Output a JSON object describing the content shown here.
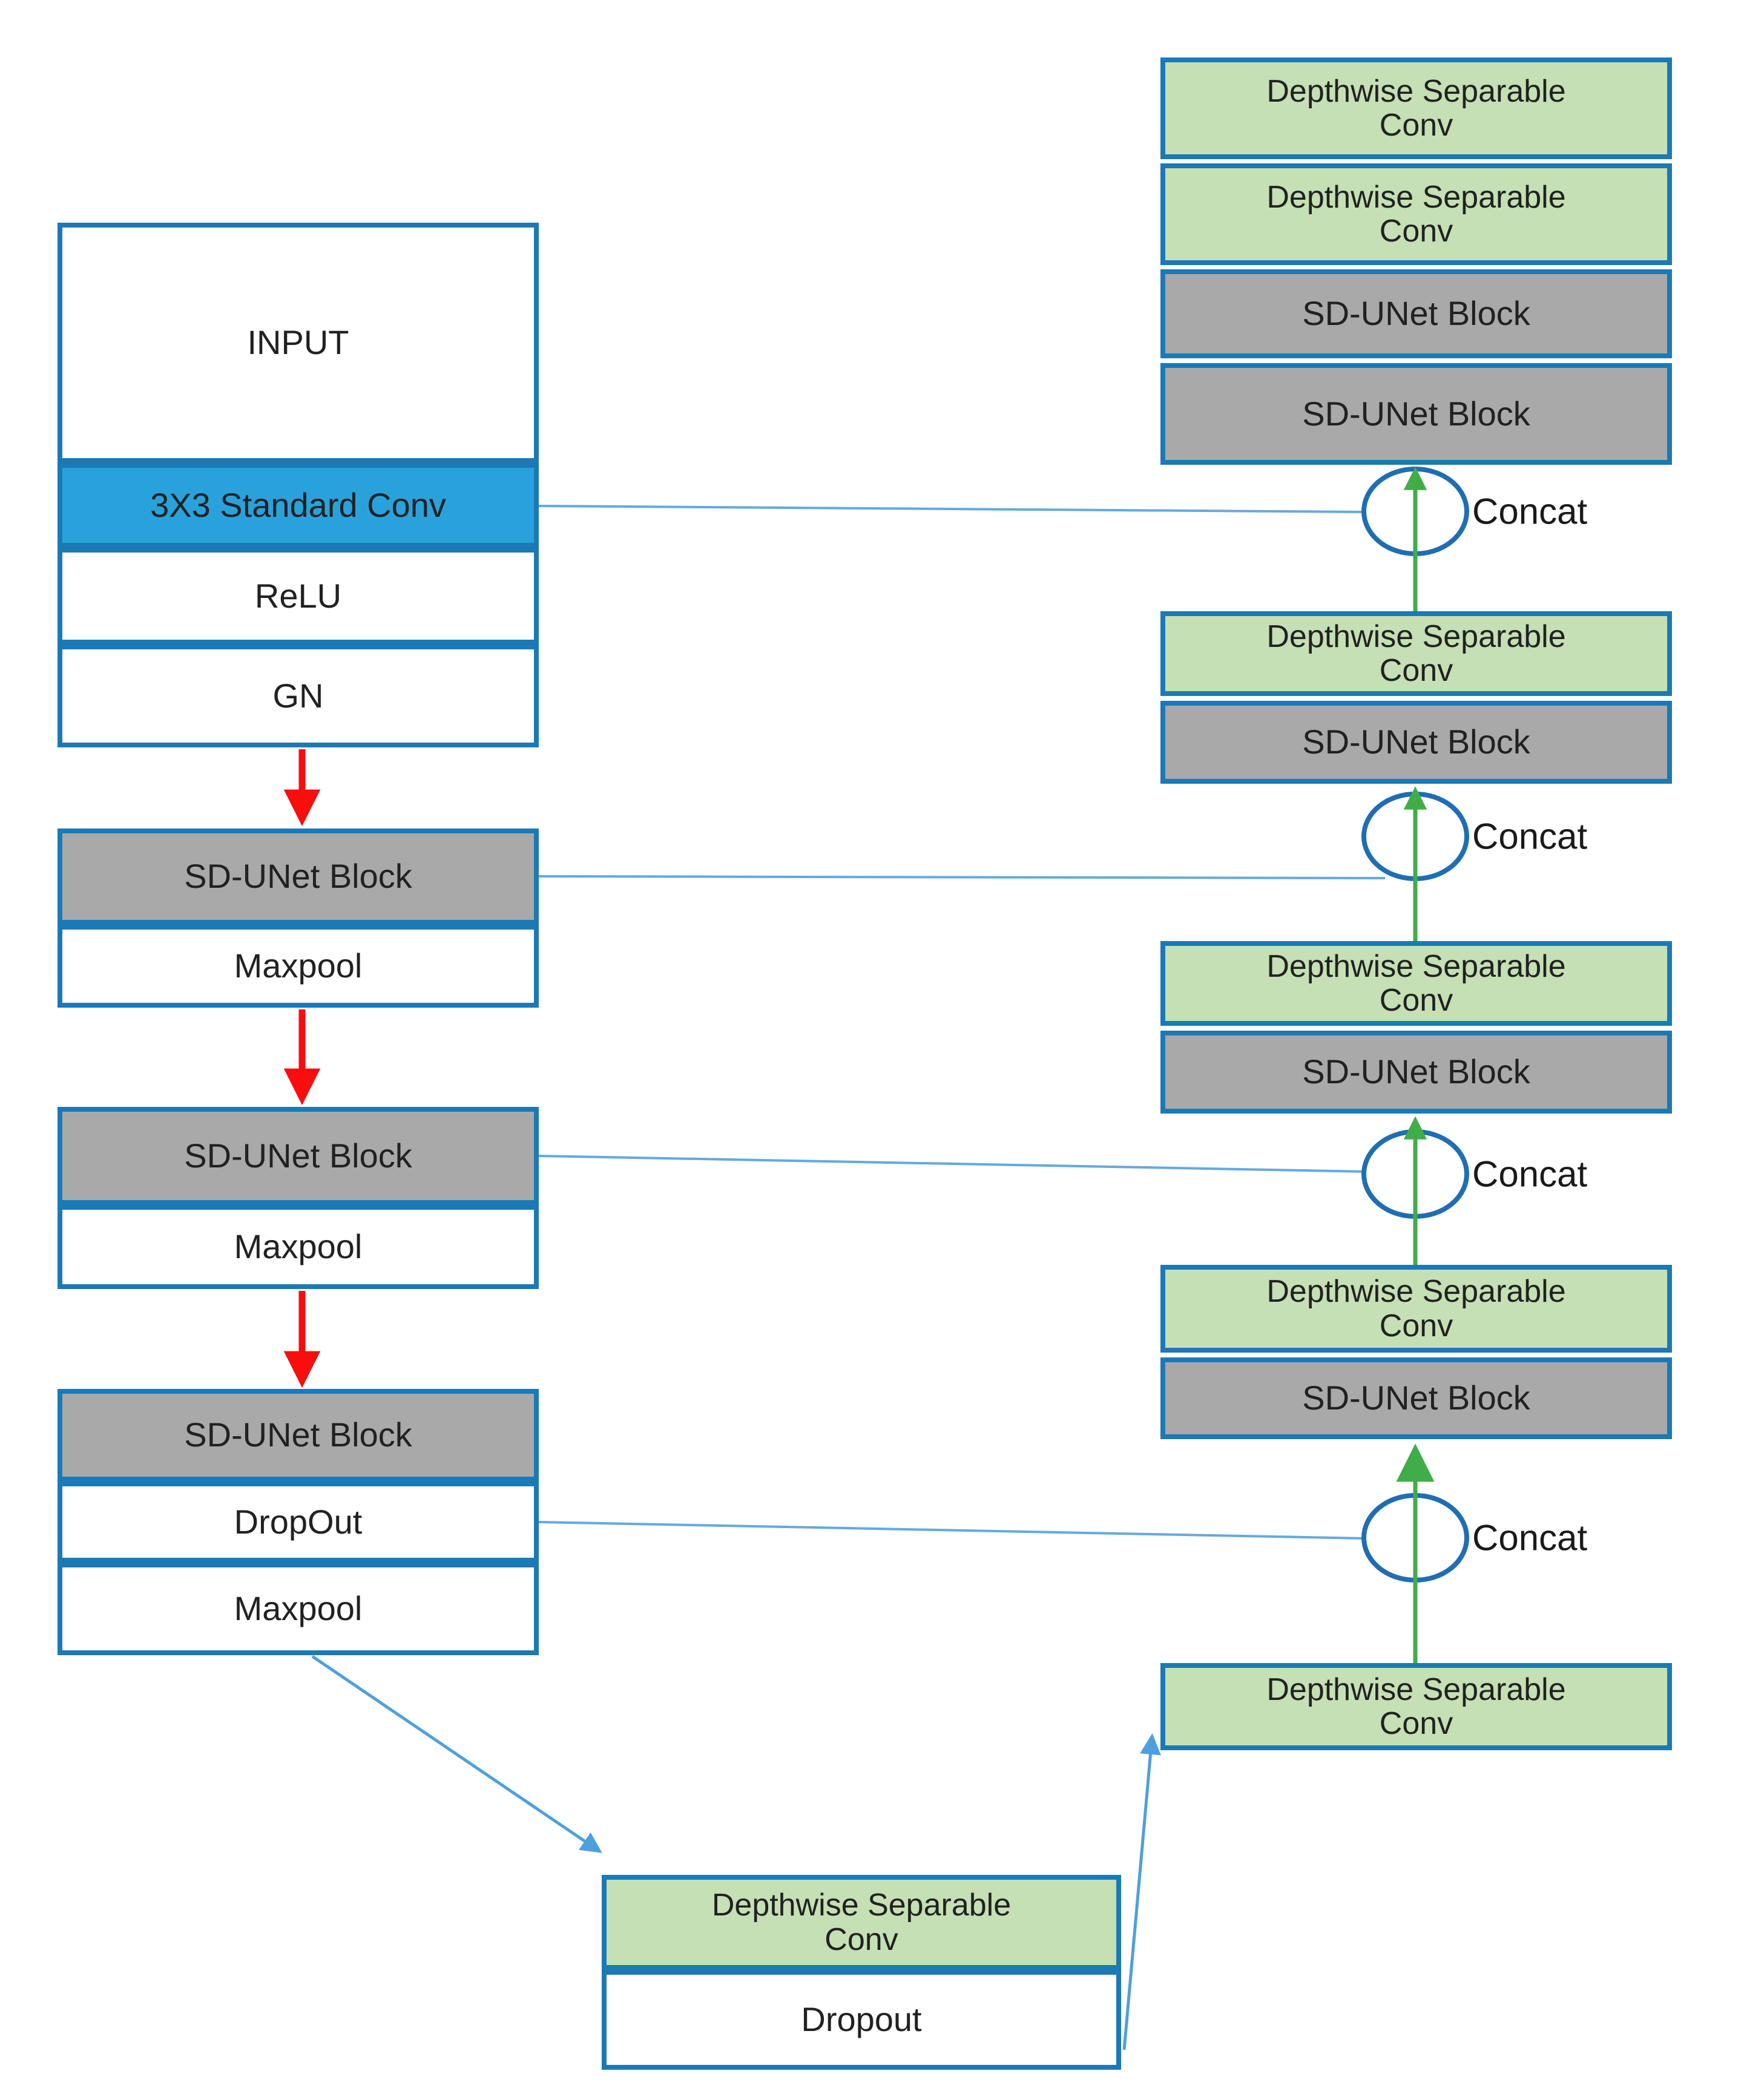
{
  "blocks": {
    "input": "INPUT",
    "conv3x3": "3X3 Standard Conv",
    "relu": "ReLU",
    "gn": "GN",
    "sd_unet_block": "SD-UNet Block",
    "maxpool": "Maxpool",
    "dropout_encoder": "DropOut",
    "dropout_bottleneck": "Dropout",
    "dsc_line1": "Depthwise Separable",
    "dsc_line2": "Conv",
    "concat": "Concat"
  },
  "colors": {
    "box_border": "#1b79b6",
    "blue_fill": "#29a2dc",
    "gray_fill": "#a9a9a9",
    "green_fill": "#c5e0b4",
    "white_fill": "#ffffff",
    "text_color": "#212121",
    "red_arrow": "#fa0d0d",
    "green_arrow": "#41ad49",
    "skip_line": "#63a9e1",
    "diag_arrow": "#4da0dd",
    "node_stroke": "#1f6eb4",
    "canvas_bg": "#ffffff"
  }
}
